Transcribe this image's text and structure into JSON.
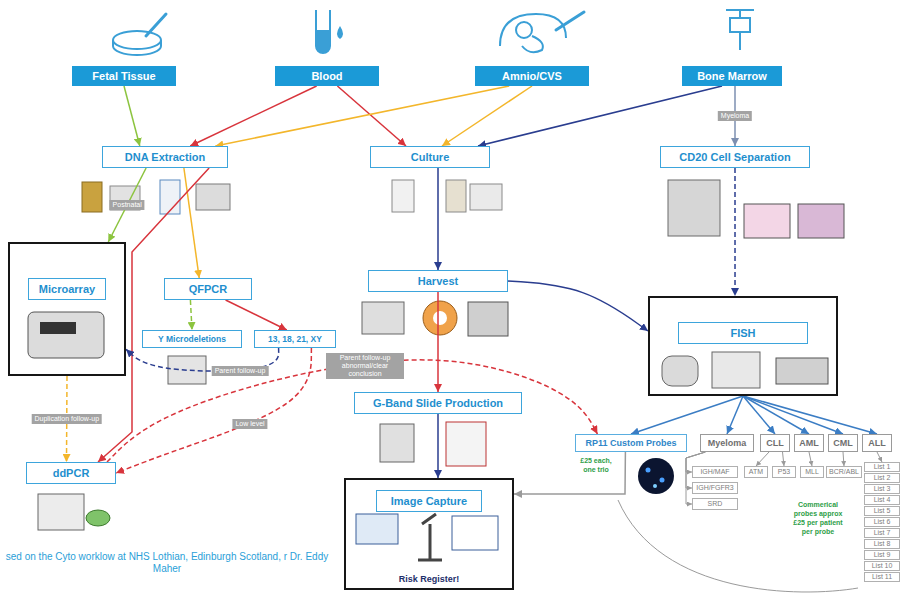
{
  "diagram": {
    "caption": "sed on the Cyto worklow at NHS Lothian, Edinburgh Scotland, r Dr. Eddy Maher",
    "nodes": [
      {
        "text": [
          "Fetal Tissue"
        ]
      },
      {
        "text": [
          "Blood"
        ]
      },
      {
        "text": [
          "Amnio/CVS"
        ]
      },
      {
        "text": [
          "Bone Marrow"
        ]
      },
      {
        "text": [
          "DNA Extraction"
        ]
      },
      {
        "text": [
          "Culture"
        ]
      },
      {
        "text": [
          "CD20 Cell Separation"
        ]
      },
      {
        "text": [
          "Microarray"
        ]
      },
      {
        "text": [
          "QFPCR"
        ]
      },
      {
        "text": [
          "Harvest"
        ]
      },
      {
        "text": [
          "FISH"
        ]
      },
      {
        "text": [
          "Y Microdeletions"
        ]
      },
      {
        "text": [
          "13, 18, 21, XY"
        ]
      },
      {
        "text": [
          "G-Band Slide Production"
        ]
      },
      {
        "text": [
          "RP11 Custom Probes"
        ]
      },
      {
        "text": [
          "Myeloma"
        ]
      },
      {
        "text": [
          "CLL"
        ]
      },
      {
        "text": [
          "AML"
        ]
      },
      {
        "text": [
          "CML"
        ]
      },
      {
        "text": [
          "ALL"
        ]
      },
      {
        "text": [
          "ddPCR"
        ]
      },
      {
        "text": [
          "IGH/MAF"
        ]
      },
      {
        "text": [
          "IGH/FGFR3"
        ]
      },
      {
        "text": [
          "SRD"
        ]
      },
      {
        "text": [
          "ATM"
        ]
      },
      {
        "text": [
          "P53"
        ]
      },
      {
        "text": [
          "MLL"
        ]
      },
      {
        "text": [
          "BCR/ABL"
        ]
      },
      {
        "text": [
          "List 1"
        ]
      },
      {
        "text": [
          "List 2"
        ]
      },
      {
        "text": [
          "List 3"
        ]
      },
      {
        "text": [
          "List 4"
        ]
      },
      {
        "text": [
          "List 5"
        ]
      },
      {
        "text": [
          "List 6"
        ]
      },
      {
        "text": [
          "List 7"
        ]
      },
      {
        "text": [
          "List 8"
        ]
      },
      {
        "text": [
          "List 9"
        ]
      },
      {
        "text": [
          "List 10"
        ]
      },
      {
        "text": [
          "List 11"
        ]
      },
      {
        "text": [
          "Image Capture",
          "Risk Register!"
        ]
      }
    ],
    "edges": [
      {
        "from": 0,
        "to": 4,
        "arrow": "to"
      },
      {
        "from": 1,
        "to": 4,
        "arrow": "to"
      },
      {
        "from": 1,
        "to": 5,
        "arrow": "to"
      },
      {
        "from": 2,
        "to": 4,
        "arrow": "to"
      },
      {
        "from": 2,
        "to": 5,
        "arrow": "to"
      },
      {
        "from": 3,
        "to": 5,
        "arrow": "to"
      },
      {
        "from": 3,
        "to": 6,
        "arrow": "to",
        "label": "Myeloma"
      },
      {
        "from": 4,
        "to": 7,
        "arrow": "to",
        "label": "Postnatal"
      },
      {
        "from": 4,
        "to": 8,
        "arrow": "to"
      },
      {
        "from": 4,
        "to": 20,
        "arrow": "to"
      },
      {
        "from": 8,
        "to": 11,
        "arrow": "to"
      },
      {
        "from": 8,
        "to": 12,
        "arrow": "to"
      },
      {
        "from": 7,
        "to": 20,
        "arrow": "to",
        "label": "Duplication follow-up"
      },
      {
        "from": 12,
        "to": 7,
        "arrow": "to",
        "label": "Parent follow-up"
      },
      {
        "from": 12,
        "to": 20,
        "arrow": "to",
        "label": "Low level"
      },
      {
        "from": 20,
        "to": 14,
        "arrow": "to",
        "label": "Parent follow-up abnormal/clear conclusion"
      },
      {
        "from": 5,
        "to": 9,
        "arrow": "to"
      },
      {
        "from": 9,
        "to": 10,
        "arrow": "to"
      },
      {
        "from": 9,
        "to": 13,
        "arrow": "to"
      },
      {
        "from": 6,
        "to": 10,
        "arrow": "to"
      },
      {
        "from": 13,
        "to": 39,
        "arrow": "to"
      },
      {
        "from": 10,
        "to": 14,
        "arrow": "to"
      },
      {
        "from": 10,
        "to": 15,
        "arrow": "to"
      },
      {
        "from": 10,
        "to": 16,
        "arrow": "to"
      },
      {
        "from": 10,
        "to": 17,
        "arrow": "to"
      },
      {
        "from": 10,
        "to": 18,
        "arrow": "to"
      },
      {
        "from": 10,
        "to": 19,
        "arrow": "to"
      },
      {
        "from": 15,
        "to": 21,
        "arrow": "to"
      },
      {
        "from": 15,
        "to": 22,
        "arrow": "to"
      },
      {
        "from": 15,
        "to": 23,
        "arrow": "to"
      },
      {
        "from": 16,
        "to": 24,
        "arrow": "to"
      },
      {
        "from": 16,
        "to": 25,
        "arrow": "to"
      },
      {
        "from": 17,
        "to": 26,
        "arrow": "to"
      },
      {
        "from": 18,
        "to": 27,
        "arrow": "to"
      },
      {
        "from": 19,
        "to": 28,
        "arrow": "to"
      },
      {
        "from": 14,
        "to": 39,
        "arrow": "to"
      }
    ],
    "labels": [
      "£25 each, one trio",
      "Commerical probes approx £25 per patient per probe"
    ]
  }
}
